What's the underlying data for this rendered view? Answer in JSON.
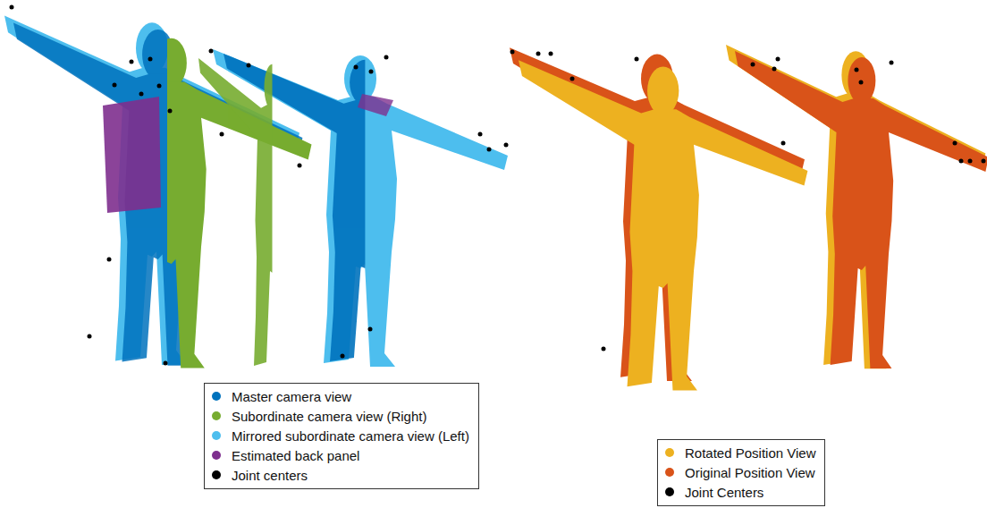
{
  "diagram": {
    "legend": [
      {
        "text": "Master camera view",
        "color": "#0072BD"
      },
      {
        "text": "Subordinate camera view (Right)",
        "color": "#77AC30"
      },
      {
        "text": "Mirrored subordinate camera view (Left)",
        "color": "#4DBEEE"
      },
      {
        "text": "Estimated back panel",
        "color": "#7E2F8E"
      },
      {
        "text": "Joint centers",
        "color": "#000000"
      },
      {
        "text": "Rotated Position View",
        "color": "#EDB120"
      },
      {
        "text": "Original Position View",
        "color": "#D95319"
      },
      {
        "text": "Joint Centers",
        "color": "#000000"
      }
    ]
  }
}
